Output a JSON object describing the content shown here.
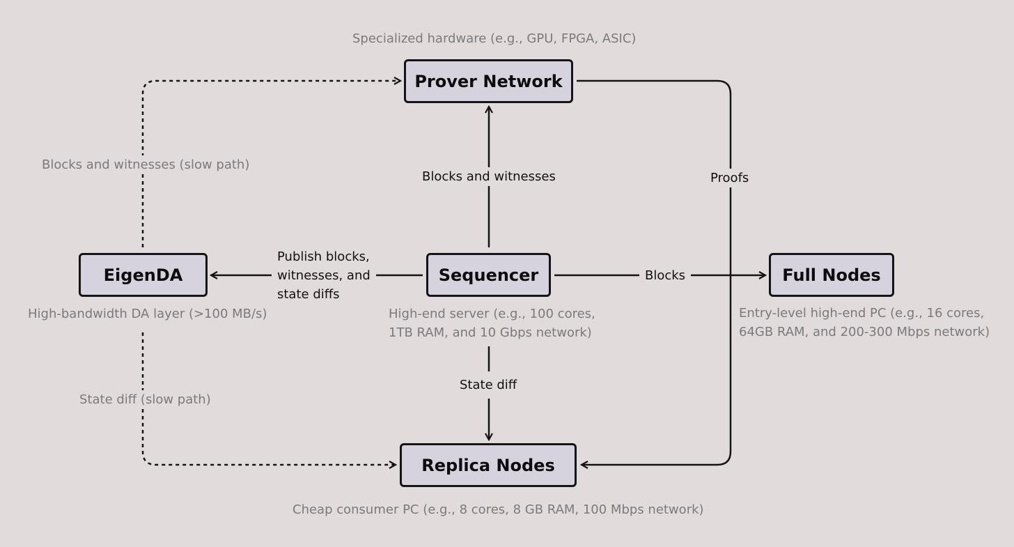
{
  "nodes": {
    "prover": "Prover Network",
    "eigenda": "EigenDA",
    "sequencer": "Sequencer",
    "fullnodes": "Full Nodes",
    "replica": "Replica Nodes"
  },
  "notes": {
    "prover": "Specialized hardware (e.g., GPU, FPGA, ASIC)",
    "eigenda": "High-bandwidth DA layer (>100 MB/s)",
    "sequencer_line1": "High-end server (e.g., 100 cores,",
    "sequencer_line2": "1TB RAM, and 10 Gbps network)",
    "fullnodes_line1": "Entry-level high-end PC (e.g., 16 cores,",
    "fullnodes_line2": "64GB RAM, and 200-300 Mbps network)",
    "replica": "Cheap consumer PC (e.g., 8 cores, 8 GB RAM, 100 Mbps network)"
  },
  "edges": {
    "blocks_witnesses_slow": "Blocks and witnesses (slow path)",
    "blocks_witnesses": "Blocks and witnesses",
    "proofs": "Proofs",
    "publish_line1": "Publish blocks,",
    "publish_line2": "witnesses, and",
    "publish_line3": "state diffs",
    "blocks": "Blocks",
    "state_diff": "State diff",
    "state_diff_slow": "State diff (slow path)"
  },
  "colors": {
    "background": "#e1dcdb",
    "node_fill": "#d6d3de",
    "stroke": "#141414",
    "note_text": "#7c787e"
  }
}
